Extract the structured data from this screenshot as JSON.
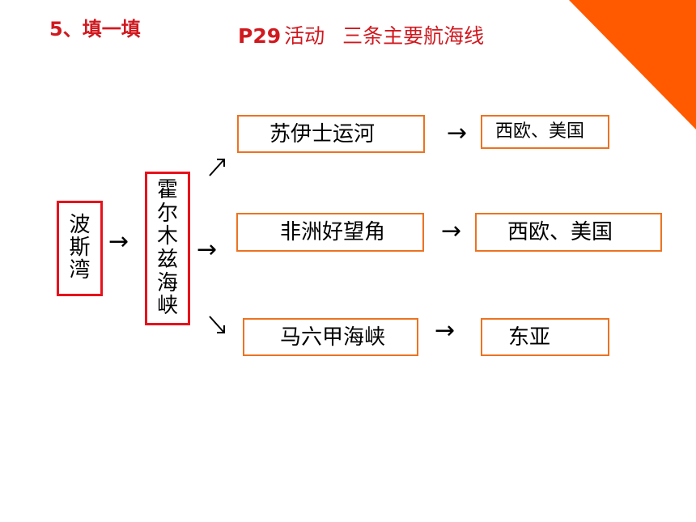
{
  "header": {
    "exercise": "5、填一填",
    "page_ref": "P29",
    "activity": "活动",
    "topic": "三条主要航海线"
  },
  "diagram": {
    "origin": [
      "波",
      "斯",
      "湾"
    ],
    "strait": [
      "霍",
      "尔",
      "木",
      "兹",
      "海",
      "峡"
    ],
    "routes": [
      {
        "via": "苏伊士运河",
        "destination": "西欧、美国"
      },
      {
        "via": "非洲好望角",
        "destination": "西欧、美国"
      },
      {
        "via": "马六甲海峡",
        "destination": "东亚"
      }
    ],
    "arrow": "→"
  },
  "colors": {
    "title": "#d0191f",
    "highlight_border": "#e8111b",
    "route_border": "#ec7321",
    "corner": "#ff5a00"
  }
}
